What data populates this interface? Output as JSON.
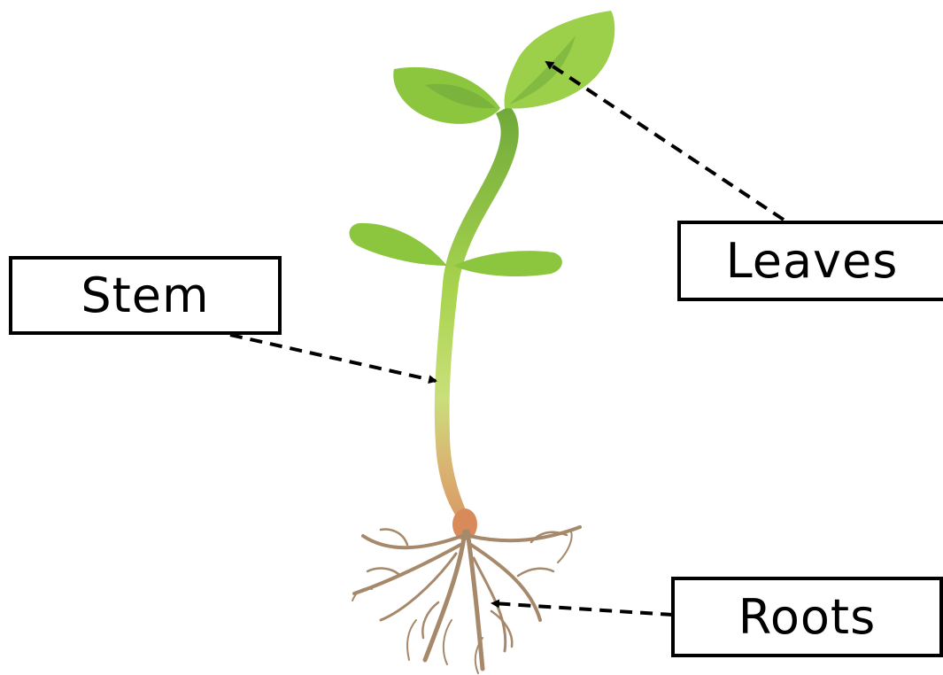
{
  "labels": {
    "stem": "Stem",
    "leaves": "Leaves",
    "roots": "Roots"
  },
  "colors": {
    "leaf_light": "#9ccf4a",
    "leaf_dark": "#6fa93a",
    "stem_green": "#a9d44f",
    "stem_tan": "#d9b774",
    "node": "#d98a5b",
    "roots": "#a6896b",
    "arrow": "#000000"
  }
}
